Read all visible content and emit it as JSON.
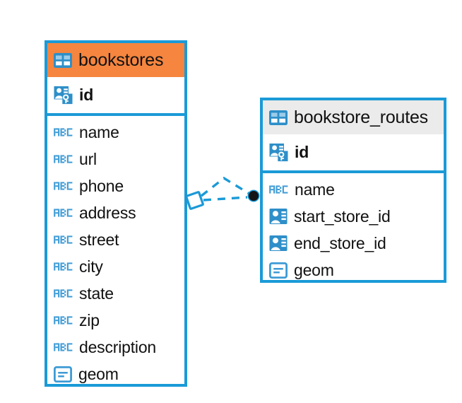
{
  "diagram": {
    "type": "entity-relationship-diagram",
    "background_color": "#FFFFFF",
    "accent_color": "#1B9AD7",
    "highlight_color": "#F5853F",
    "header_grey": "#EBEBEB"
  },
  "entities": [
    {
      "name": "bookstores",
      "header_style": "orange",
      "icon": "table-icon",
      "primary_key": {
        "label": "id",
        "icon": "primary-key-icon"
      },
      "columns": [
        {
          "label": "name",
          "icon": "text-abc-icon"
        },
        {
          "label": "url",
          "icon": "text-abc-icon"
        },
        {
          "label": "phone",
          "icon": "text-abc-icon"
        },
        {
          "label": "address",
          "icon": "text-abc-icon"
        },
        {
          "label": "street",
          "icon": "text-abc-icon"
        },
        {
          "label": "city",
          "icon": "text-abc-icon"
        },
        {
          "label": "state",
          "icon": "text-abc-icon"
        },
        {
          "label": "zip",
          "icon": "text-abc-icon"
        },
        {
          "label": "description",
          "icon": "text-abc-icon"
        },
        {
          "label": "geom",
          "icon": "geometry-icon"
        }
      ]
    },
    {
      "name": "bookstore_routes",
      "header_style": "grey",
      "icon": "table-icon",
      "primary_key": {
        "label": "id",
        "icon": "primary-key-icon"
      },
      "columns": [
        {
          "label": "name",
          "icon": "text-abc-icon"
        },
        {
          "label": "start_store_id",
          "icon": "foreign-key-icon"
        },
        {
          "label": "end_store_id",
          "icon": "foreign-key-icon"
        },
        {
          "label": "geom",
          "icon": "geometry-icon"
        }
      ]
    }
  ],
  "relationship": {
    "from_entity": "bookstores",
    "to_entity": "bookstore_routes",
    "line_style": "dashed",
    "line_color": "#1B9AD7",
    "source_marker": "diamond-outline-marker",
    "target_marker": "filled-circle-marker",
    "target_marker_color": "#141414"
  }
}
